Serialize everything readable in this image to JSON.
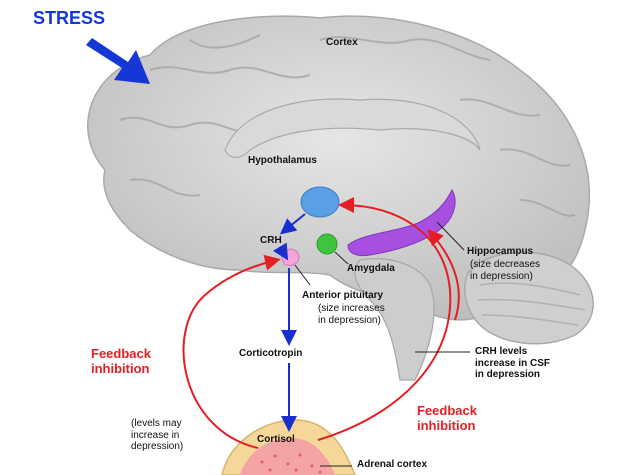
{
  "title": "STRESS",
  "labels": {
    "cortex": "Cortex",
    "hypothalamus": "Hypothalamus",
    "crh": "CRH",
    "amygdala": "Amygdala",
    "hippocampus": "Hippocampus",
    "hippocampus_note": "(size decreases\nin depression)",
    "anterior_pituitary": "Anterior pituitary",
    "anterior_pituitary_note": "(size increases\nin depression)",
    "corticotropin": "Corticotropin",
    "crh_levels": "CRH levels\nincrease in CSF\nin depression",
    "cortisol": "Cortisol",
    "cortisol_note": "(levels may\nincrease in\ndepression)",
    "adrenal_cortex": "Adrenal cortex",
    "feedback_left": "Feedback\ninhibition",
    "feedback_right": "Feedback\ninhibition"
  },
  "colors": {
    "stress_arrow": "#1537d6",
    "pathway_arrow": "#1a2fd0",
    "feedback_arrow": "#e31e24",
    "hypothalamus": "#5aa0e6",
    "amygdala": "#3ec43e",
    "hippocampus": "#a64fe0",
    "pituitary": "#f3a6d6",
    "adrenal": "#f6d79a"
  }
}
